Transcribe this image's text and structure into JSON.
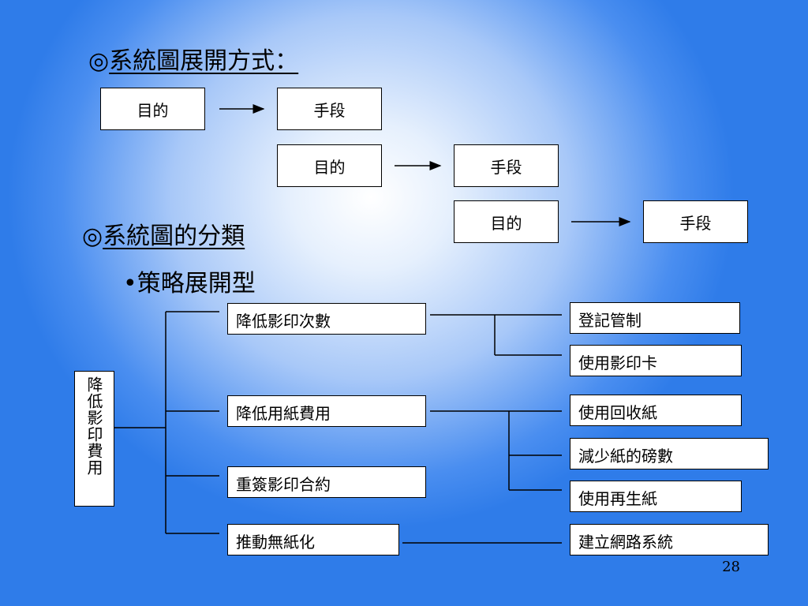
{
  "headings": {
    "expansion_prefix": "◎",
    "expansion": "系統圖展開方式：",
    "classification_prefix": "◎",
    "classification": "系統圖的分類",
    "bullet": "•策略展開型"
  },
  "expansion_boxes": {
    "row1_goal": "目的",
    "row1_means": "手段",
    "row2_goal": "目的",
    "row2_means": "手段",
    "row3_goal": "目的",
    "row3_means": "手段"
  },
  "tree": {
    "root": "降低影印費用",
    "branches": [
      {
        "label": "降低影印次數",
        "leaves": [
          "登記管制",
          "使用影印卡"
        ]
      },
      {
        "label": "降低用紙費用",
        "leaves": [
          "使用回收紙",
          "減少紙的磅數",
          "使用再生紙"
        ]
      },
      {
        "label": "重簽影印合約",
        "leaves": []
      },
      {
        "label": "推動無紙化",
        "leaves": [
          "建立網路系統"
        ]
      }
    ]
  },
  "page_number": "28"
}
